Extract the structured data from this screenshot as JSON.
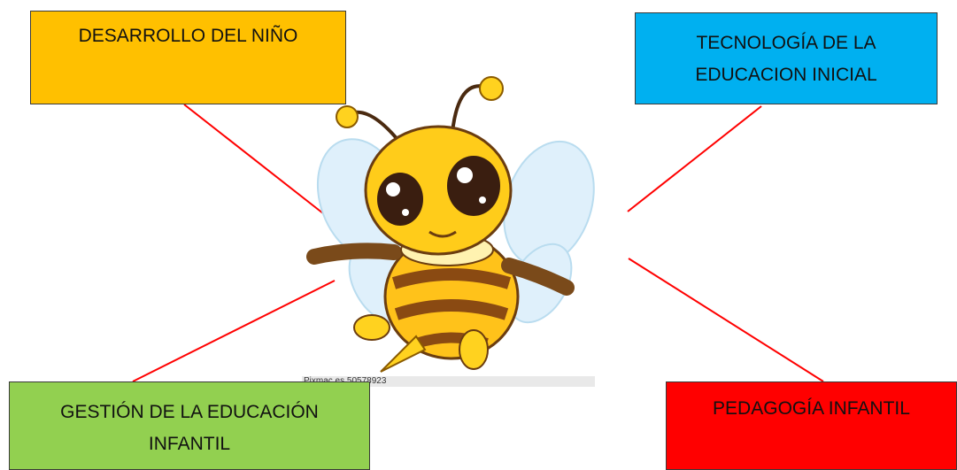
{
  "boxes": {
    "top_left": {
      "lines": [
        "DESARROLLO DEL NIÑO"
      ],
      "color": "#FFC000"
    },
    "top_right": {
      "lines": [
        "TECNOLOGÍA DE LA",
        "EDUCACION INICIAL"
      ],
      "color": "#00B0F0"
    },
    "bottom_left": {
      "lines": [
        "GESTIÓN DE LA EDUCACIÓN",
        "INFANTIL"
      ],
      "color": "#92D050"
    },
    "bottom_right": {
      "lines": [
        "PEDAGOGÍA INFANTIL"
      ],
      "color": "#FF0000"
    }
  },
  "connector_color": "#FF0000",
  "center_image": {
    "icon": "bee-icon",
    "watermark": "Pixmac es 50578923"
  }
}
